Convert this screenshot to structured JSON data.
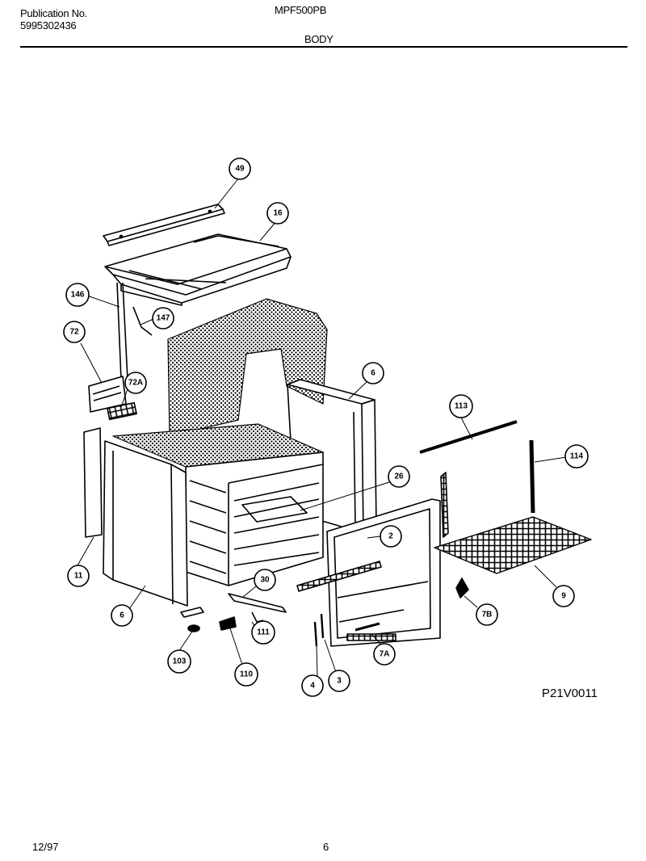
{
  "header": {
    "publication_label": "Publication No.",
    "publication_number": "5995302436",
    "model": "MPF500PB",
    "section_title": "BODY"
  },
  "figure_code": "P21V0011",
  "footer": {
    "date": "12/97",
    "page": "6"
  },
  "callouts": {
    "c49": "49",
    "c16": "16",
    "c146": "146",
    "c147": "147",
    "c72": "72",
    "c72a": "72A",
    "c6top": "6",
    "c113": "113",
    "c114": "114",
    "c26": "26",
    "c2": "2",
    "c11": "11",
    "c6left": "6",
    "c30": "30",
    "c111": "111",
    "c103": "103",
    "c110": "110",
    "c4": "4",
    "c3": "3",
    "c7a": "7A",
    "c7b": "7B",
    "c9": "9"
  }
}
